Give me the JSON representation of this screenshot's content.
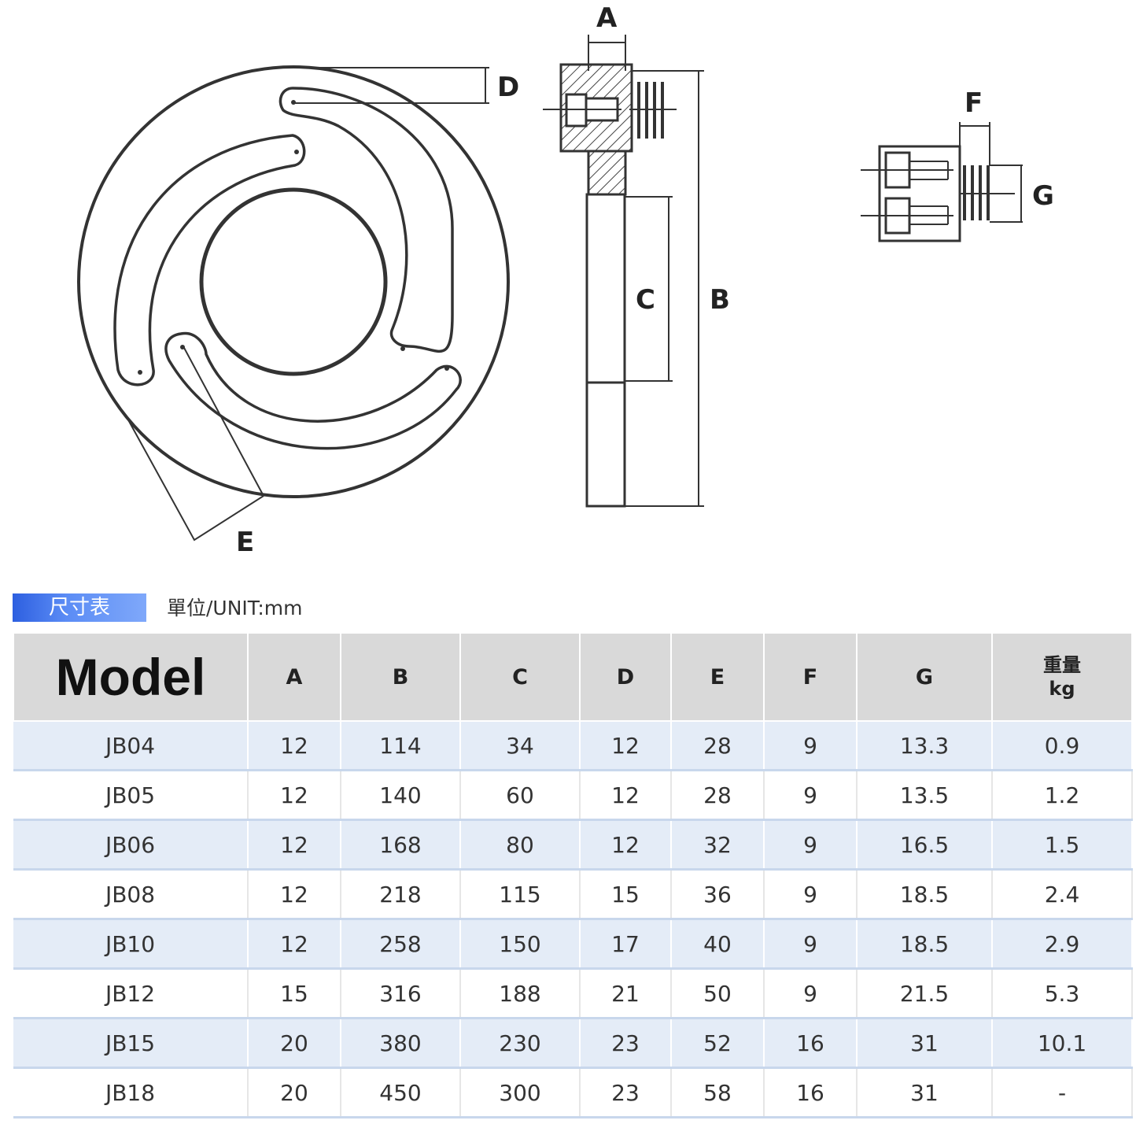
{
  "drawing": {
    "labels": {
      "A": "A",
      "B": "B",
      "C": "C",
      "D": "D",
      "E": "E",
      "F": "F",
      "G": "G"
    }
  },
  "section": {
    "tag": "尺寸表",
    "unit": "單位/UNIT:mm"
  },
  "table": {
    "headers": {
      "model": "Model",
      "A": "A",
      "B": "B",
      "C": "C",
      "D": "D",
      "E": "E",
      "F": "F",
      "G": "G",
      "weight": "重量",
      "weight_unit": "kg"
    },
    "rows": [
      {
        "model": "JB04",
        "A": "12",
        "B": "114",
        "C": "34",
        "D": "12",
        "E": "28",
        "F": "9",
        "G": "13.3",
        "weight": "0.9"
      },
      {
        "model": "JB05",
        "A": "12",
        "B": "140",
        "C": "60",
        "D": "12",
        "E": "28",
        "F": "9",
        "G": "13.5",
        "weight": "1.2"
      },
      {
        "model": "JB06",
        "A": "12",
        "B": "168",
        "C": "80",
        "D": "12",
        "E": "32",
        "F": "9",
        "G": "16.5",
        "weight": "1.5"
      },
      {
        "model": "JB08",
        "A": "12",
        "B": "218",
        "C": "115",
        "D": "15",
        "E": "36",
        "F": "9",
        "G": "18.5",
        "weight": "2.4"
      },
      {
        "model": "JB10",
        "A": "12",
        "B": "258",
        "C": "150",
        "D": "17",
        "E": "40",
        "F": "9",
        "G": "18.5",
        "weight": "2.9"
      },
      {
        "model": "JB12",
        "A": "15",
        "B": "316",
        "C": "188",
        "D": "21",
        "E": "50",
        "F": "9",
        "G": "21.5",
        "weight": "5.3"
      },
      {
        "model": "JB15",
        "A": "20",
        "B": "380",
        "C": "230",
        "D": "23",
        "E": "52",
        "F": "16",
        "G": "31",
        "weight": "10.1"
      },
      {
        "model": "JB18",
        "A": "20",
        "B": "450",
        "C": "300",
        "D": "23",
        "E": "58",
        "F": "16",
        "G": "31",
        "weight": "-"
      }
    ]
  }
}
